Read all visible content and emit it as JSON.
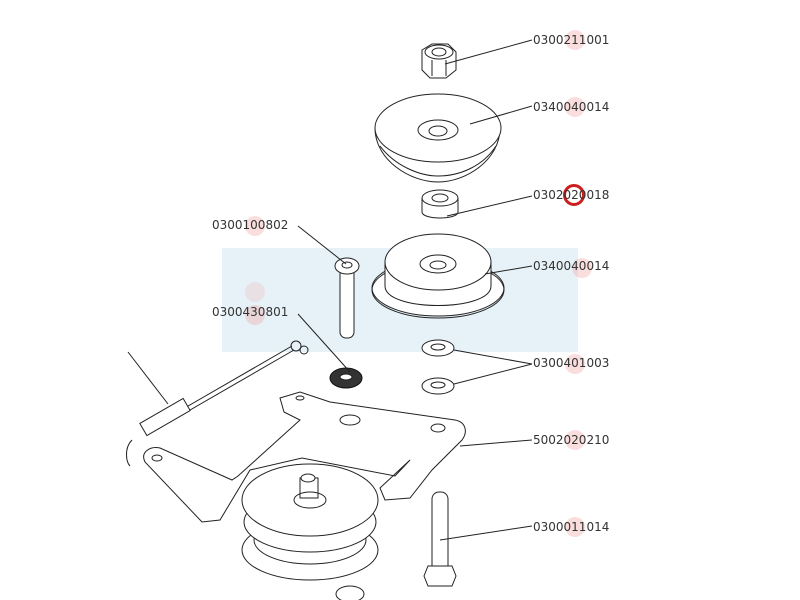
{
  "diagram": {
    "type": "exploded-parts-view",
    "selected_part": "0302020018",
    "parts": [
      {
        "id": "nut",
        "label": "0300211001",
        "desc": "lock-nut"
      },
      {
        "id": "upper-cup",
        "label": "0340040014",
        "desc": "upper-bushing-cup"
      },
      {
        "id": "spacer",
        "label": "0302020018",
        "desc": "spacer"
      },
      {
        "id": "lower-cup",
        "label": "0340040014",
        "desc": "lower-bushing-cup"
      },
      {
        "id": "screw",
        "label": "0300100802",
        "desc": "button-head-screw"
      },
      {
        "id": "serrated-washer",
        "label": "0300430801",
        "desc": "serrated-washer"
      },
      {
        "id": "washers",
        "label": "0300401003",
        "desc": "flat-washers"
      },
      {
        "id": "bracket",
        "label": "5002020210",
        "desc": "idler-bracket"
      },
      {
        "id": "bolt",
        "label": "0300011014",
        "desc": "hex-bolt"
      }
    ],
    "colors": {
      "line": "#222222",
      "hotspot": "#f0a0a0",
      "selected": "#cc1f1f",
      "watermark": "#e3f0f6"
    }
  }
}
